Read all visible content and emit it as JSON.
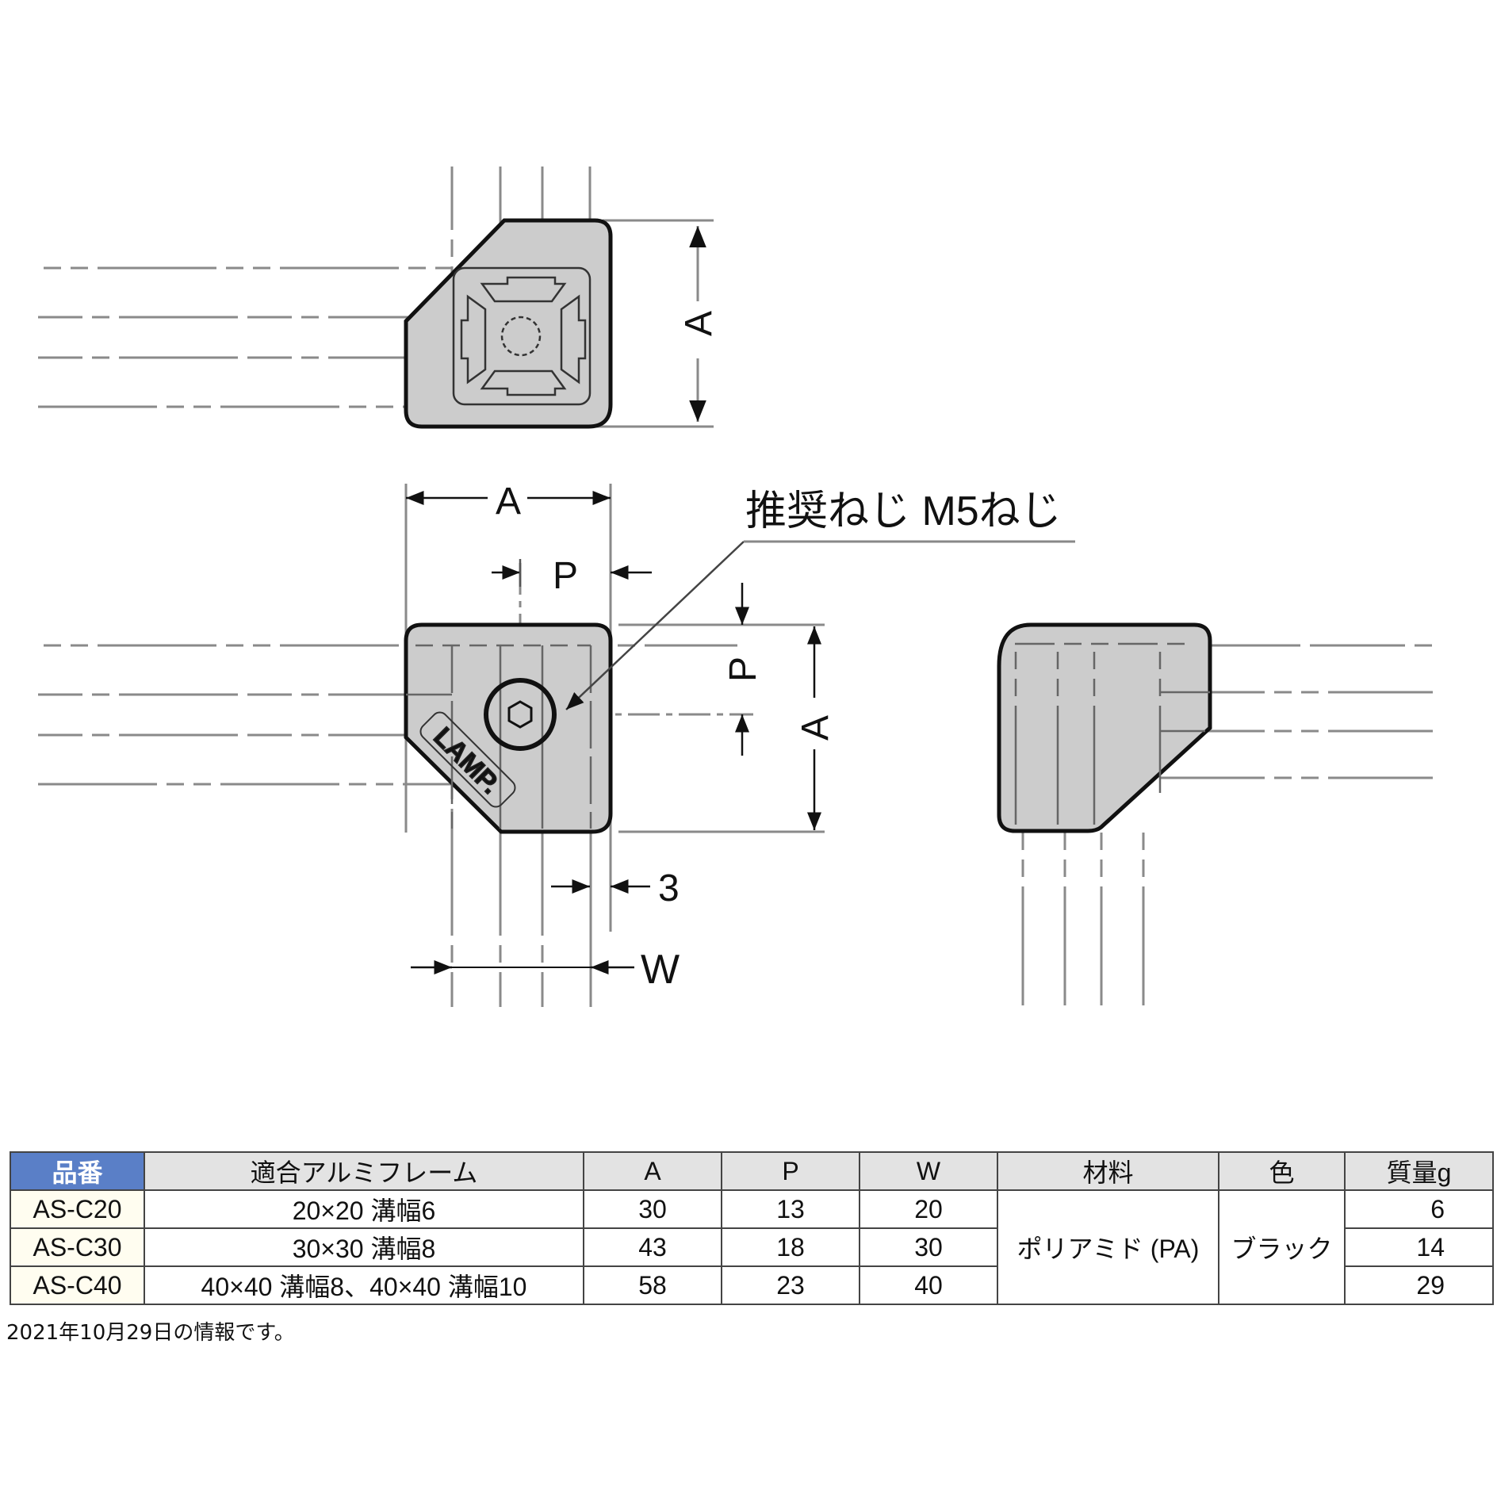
{
  "drawing": {
    "labels": {
      "top_view_A": "A",
      "front_A_horizontal": "A",
      "front_P_horizontal": "P",
      "front_P_vertical": "P",
      "front_A_vertical": "A",
      "dim_3": "3",
      "dim_W": "W",
      "callout": "推奨ねじ M5ねじ",
      "logo": "LAMP."
    },
    "colors": {
      "part_fill": "#cccccc",
      "outline": "#111111",
      "centerline": "#888888"
    }
  },
  "table": {
    "headers": [
      "品番",
      "適合アルミフレーム",
      "A",
      "P",
      "W",
      "材料",
      "色",
      "質量g"
    ],
    "rows": [
      {
        "part_no": "AS-C20",
        "frame": "20×20 溝幅6",
        "A": "30",
        "P": "13",
        "W": "20",
        "mass": "6"
      },
      {
        "part_no": "AS-C30",
        "frame": "30×30 溝幅8",
        "A": "43",
        "P": "18",
        "W": "30",
        "mass": "14"
      },
      {
        "part_no": "AS-C40",
        "frame": "40×40 溝幅8、40×40 溝幅10",
        "A": "58",
        "P": "23",
        "W": "40",
        "mass": "29"
      }
    ],
    "material": "ポリアミド (PA)",
    "color": "ブラック",
    "header_color": "#5a7fc7"
  },
  "note": "2021年10月29日の情報です。"
}
